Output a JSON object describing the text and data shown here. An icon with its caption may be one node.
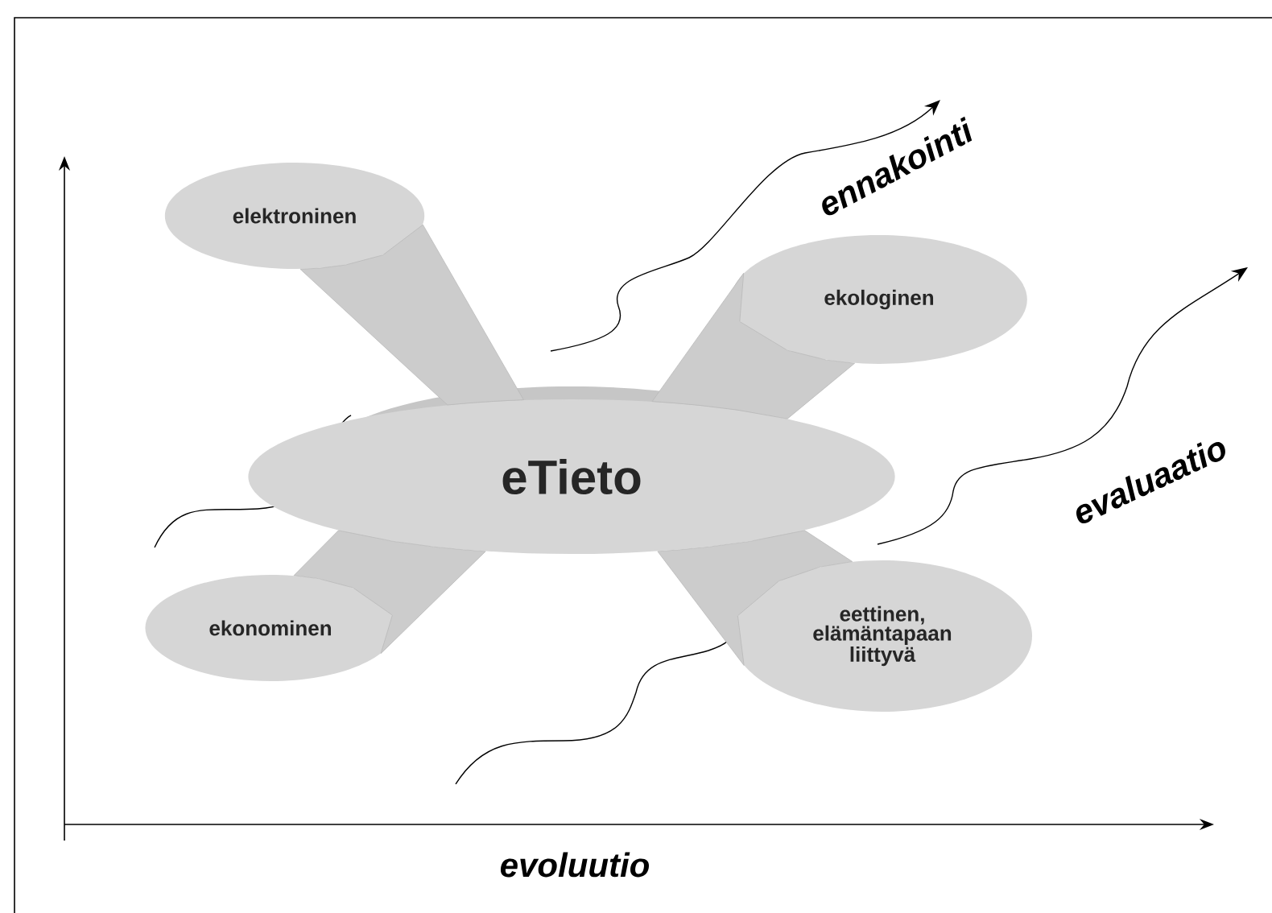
{
  "diagram": {
    "nodes": [
      {
        "text": [
          "eTieto"
        ]
      },
      {
        "text": [
          "elektroninen"
        ]
      },
      {
        "text": [
          "ekologinen"
        ]
      },
      {
        "text": [
          "ekonominen"
        ]
      },
      {
        "text": [
          "eettinen, elämäntapaan liittyvä"
        ]
      }
    ],
    "edges": [
      {
        "from": 0,
        "to": 1,
        "arrow": "none",
        "style": "thick"
      },
      {
        "from": 0,
        "to": 2,
        "arrow": "none",
        "style": "thick"
      },
      {
        "from": 0,
        "to": 3,
        "arrow": "none",
        "style": "thick"
      },
      {
        "from": 0,
        "to": 4,
        "arrow": "none",
        "style": "thick"
      }
    ],
    "labels": [
      "ennakointi",
      "evaluaatio",
      "evoluutio"
    ]
  }
}
